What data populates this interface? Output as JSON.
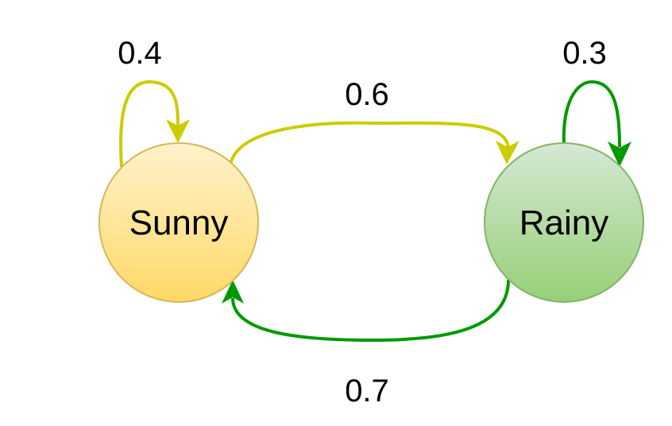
{
  "nodes": {
    "sunny": {
      "label": "Sunny",
      "fill_top": "#fff2cc",
      "fill_bottom": "#ffd966",
      "stroke": "#d6b656"
    },
    "rainy": {
      "label": "Rainy",
      "fill_top": "#d5e8d4",
      "fill_bottom": "#97d077",
      "stroke": "#82b366"
    }
  },
  "edges": {
    "sunny_to_sunny": {
      "label": "0.4",
      "color": "#cccc00"
    },
    "sunny_to_rainy": {
      "label": "0.6",
      "color": "#cccc00"
    },
    "rainy_to_rainy": {
      "label": "0.3",
      "color": "#009900"
    },
    "rainy_to_sunny": {
      "label": "0.7",
      "color": "#009900"
    }
  }
}
